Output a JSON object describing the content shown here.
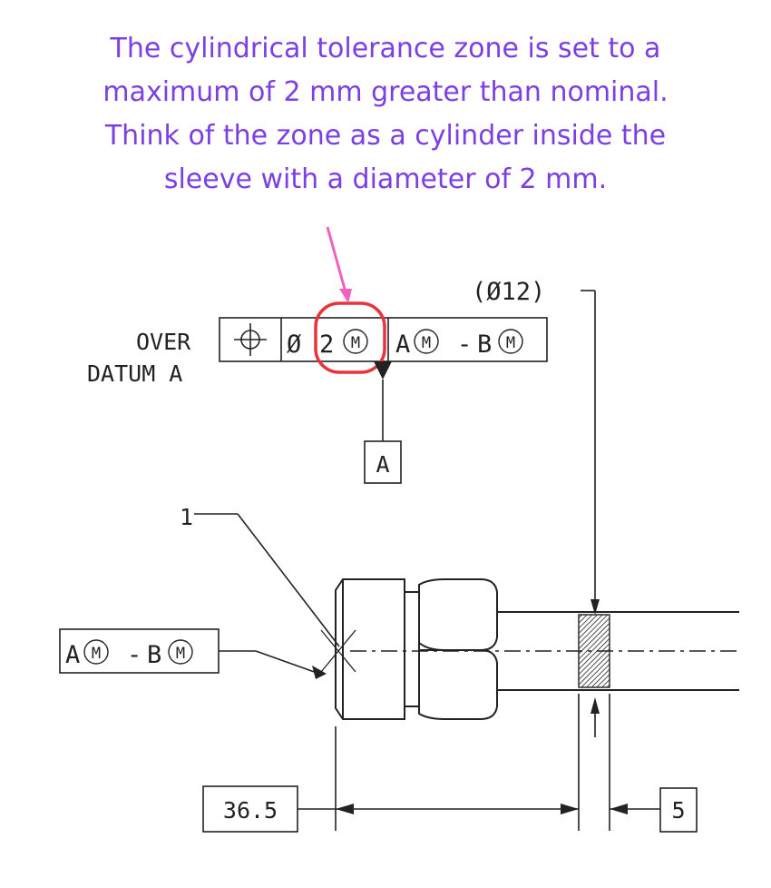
{
  "caption": {
    "line1": "The cylindrical tolerance zone is set to a",
    "line2": "maximum of 2 mm greater than nominal.",
    "line3": "Think of the zone as a cylinder inside the",
    "line4": "sleeve with a diameter of 2 mm."
  },
  "drawing": {
    "note_over": "OVER",
    "note_datum": "DATUM A",
    "fcf": {
      "tolerance_prefix": "Ø",
      "tolerance_value": "2",
      "modifier": "M",
      "datum1": "A",
      "datum2": "B",
      "datum_separator": "-"
    },
    "ref_dim": "(Ø12)",
    "datum_label": "A",
    "leader_number": "1",
    "left_frame": {
      "datum1": "A",
      "datum2": "B",
      "separator": "-",
      "modifier": "M"
    },
    "dim_length": "36.5",
    "dim_width": "5"
  },
  "colors": {
    "caption": "#7b3fe4",
    "highlight_circle": "#e8333a",
    "pointer_arrow": "#f062c0",
    "line": "#222222"
  }
}
